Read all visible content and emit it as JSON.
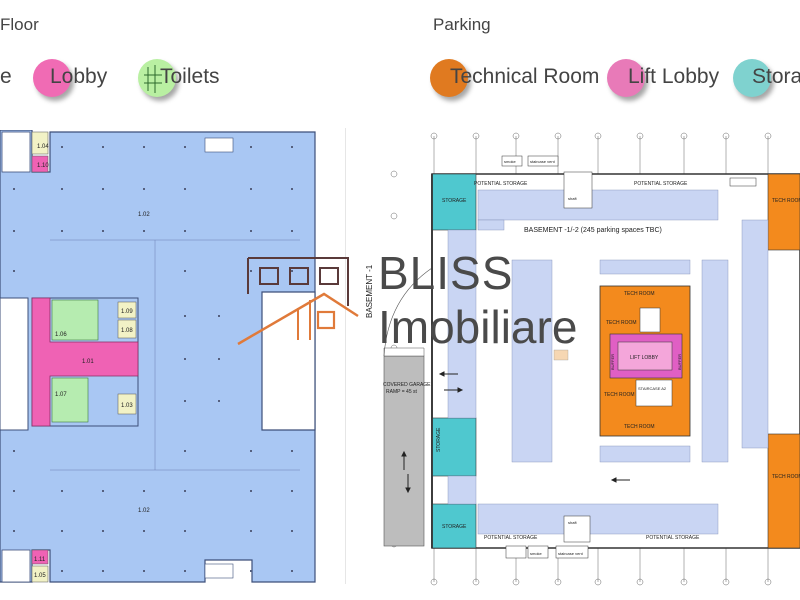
{
  "headers": {
    "left": "Floor",
    "right": "Parking"
  },
  "legend_left": [
    {
      "label": "e",
      "color": ""
    },
    {
      "label": "Lobby",
      "color": "#f06bb4"
    },
    {
      "label": "Toilets",
      "color": "#b9f0a2"
    }
  ],
  "legend_right": [
    {
      "label": "Technical Room",
      "color": "#e07a20"
    },
    {
      "label": "Lift Lobby",
      "color": "#e87ab8"
    },
    {
      "label": "Storag",
      "color": "#7fd2cf"
    }
  ],
  "colors": {
    "office": "#a9c7f3",
    "lobby": "#ef62b4",
    "toilets": "#b6ecb0",
    "storage": "#4fc8cf",
    "technical": "#f38a1d",
    "aisle": "#c9d5f3",
    "lift_lobby": "#e05fc4",
    "grid": "#7d8bb3"
  },
  "floor_plan": {
    "rooms": {
      "r104": "1.04",
      "r110": "1.10",
      "r102_top": "1.02",
      "r101": "1.01",
      "r106": "1.06",
      "r107": "1.07",
      "r108": "1.08",
      "r109": "1.09",
      "r103": "1.03",
      "r102_bottom": "1.02",
      "r105": "1.05",
      "r111": "1.11"
    }
  },
  "parking_plan": {
    "basement_title": "BASEMENT -1/-2 (245 parking spaces TBC)",
    "basement_side": "BASEMENT -1",
    "covered_garage": "COVERED GARAGE",
    "ramp": "RAMP = 45 st",
    "potential_storage": "POTENTIAL STORAGE",
    "storage": "STORAGE",
    "tech_room": "TECH ROOM",
    "lift_lobby": "LIFT LOBBY",
    "staircase": "STAIRCASE A2",
    "buffer": "BUFFER",
    "smoke": "smoke",
    "staircase_vent": "staircase vent",
    "shaft": "shaft"
  },
  "watermark": {
    "line1": "BLISS",
    "line2": "Imobiliare"
  }
}
